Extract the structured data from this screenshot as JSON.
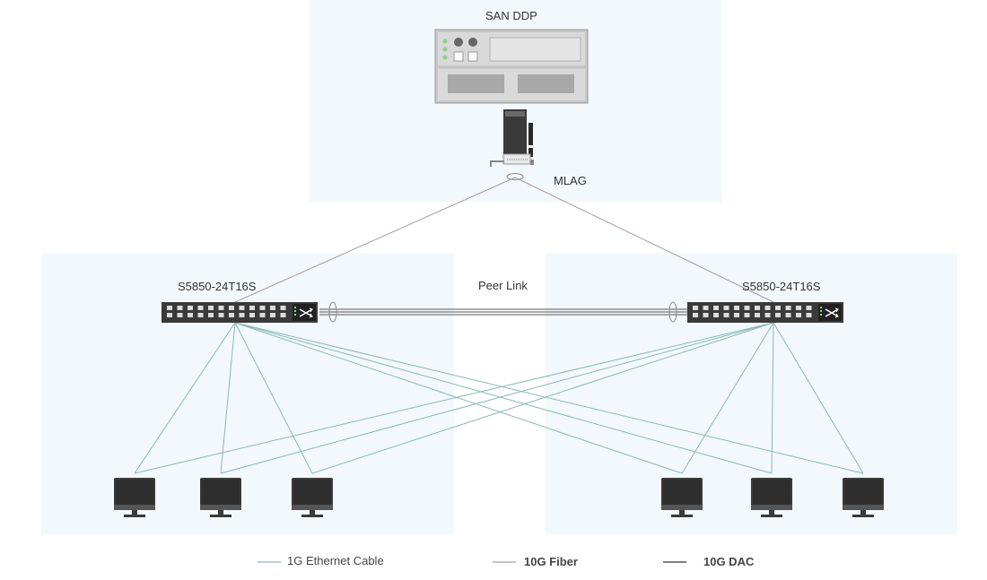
{
  "diagram": {
    "storage": {
      "label": "SAN DDP"
    },
    "mlag": {
      "label": "MLAG"
    },
    "peer_link": {
      "label": "Peer Link"
    },
    "switch_left": {
      "label": "S5850-24T16S"
    },
    "switch_right": {
      "label": "S5850-24T16S"
    },
    "hosts_left_count": 3,
    "hosts_right_count": 3
  },
  "legend": [
    {
      "label": "1G Ethernet Cable",
      "color": "#8cb8b4"
    },
    {
      "label": "10G Fiber",
      "color": "#a99aa6"
    },
    {
      "label": "10G DAC",
      "color": "#333333"
    }
  ],
  "colors": {
    "panel_bg": "#f2f8fc",
    "ethernet": "#8cb8b4",
    "fiber": "#a99aa6",
    "dac": "#333333",
    "switch_body": "#3a3a3a",
    "storage_body": "#c8c8c8"
  }
}
